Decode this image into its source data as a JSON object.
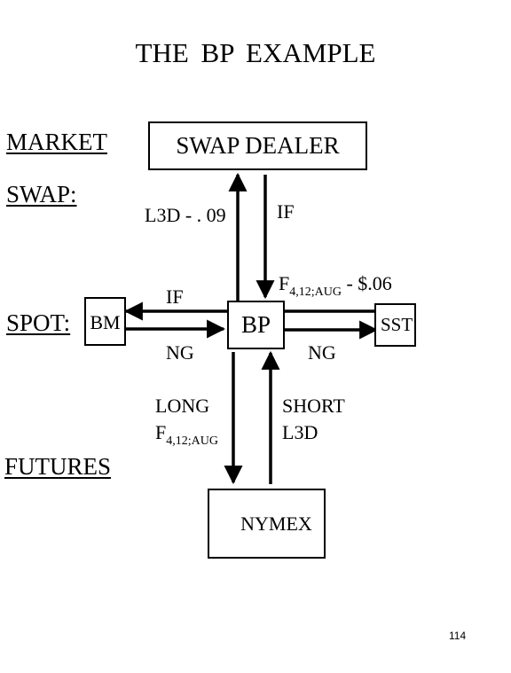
{
  "title": "THE  BP  EXAMPLE",
  "side_labels": {
    "market": "MARKET",
    "swap": "SWAP:",
    "spot": "SPOT:",
    "futures": "FUTURES"
  },
  "boxes": {
    "swap_dealer": "SWAP DEALER",
    "bp": "BP",
    "bm": "BM",
    "sst": "SST",
    "nymex": "NYMEX"
  },
  "flows": {
    "bp_to_dealer": "L3D - . 09",
    "dealer_to_bp": "IF",
    "fixed_price": {
      "prefix": "F",
      "subscript": "4,12;AUG",
      "suffix": " - $.06"
    },
    "bp_to_bm": "IF",
    "bm_to_bp": "NG",
    "bp_to_sst": "NG",
    "bp_to_nymex": {
      "line1": "LONG",
      "prefix": "F",
      "subscript": "4,12;AUG"
    },
    "nymex_to_bp": {
      "line1": "SHORT",
      "line2": "L3D"
    }
  },
  "page_number": "114"
}
